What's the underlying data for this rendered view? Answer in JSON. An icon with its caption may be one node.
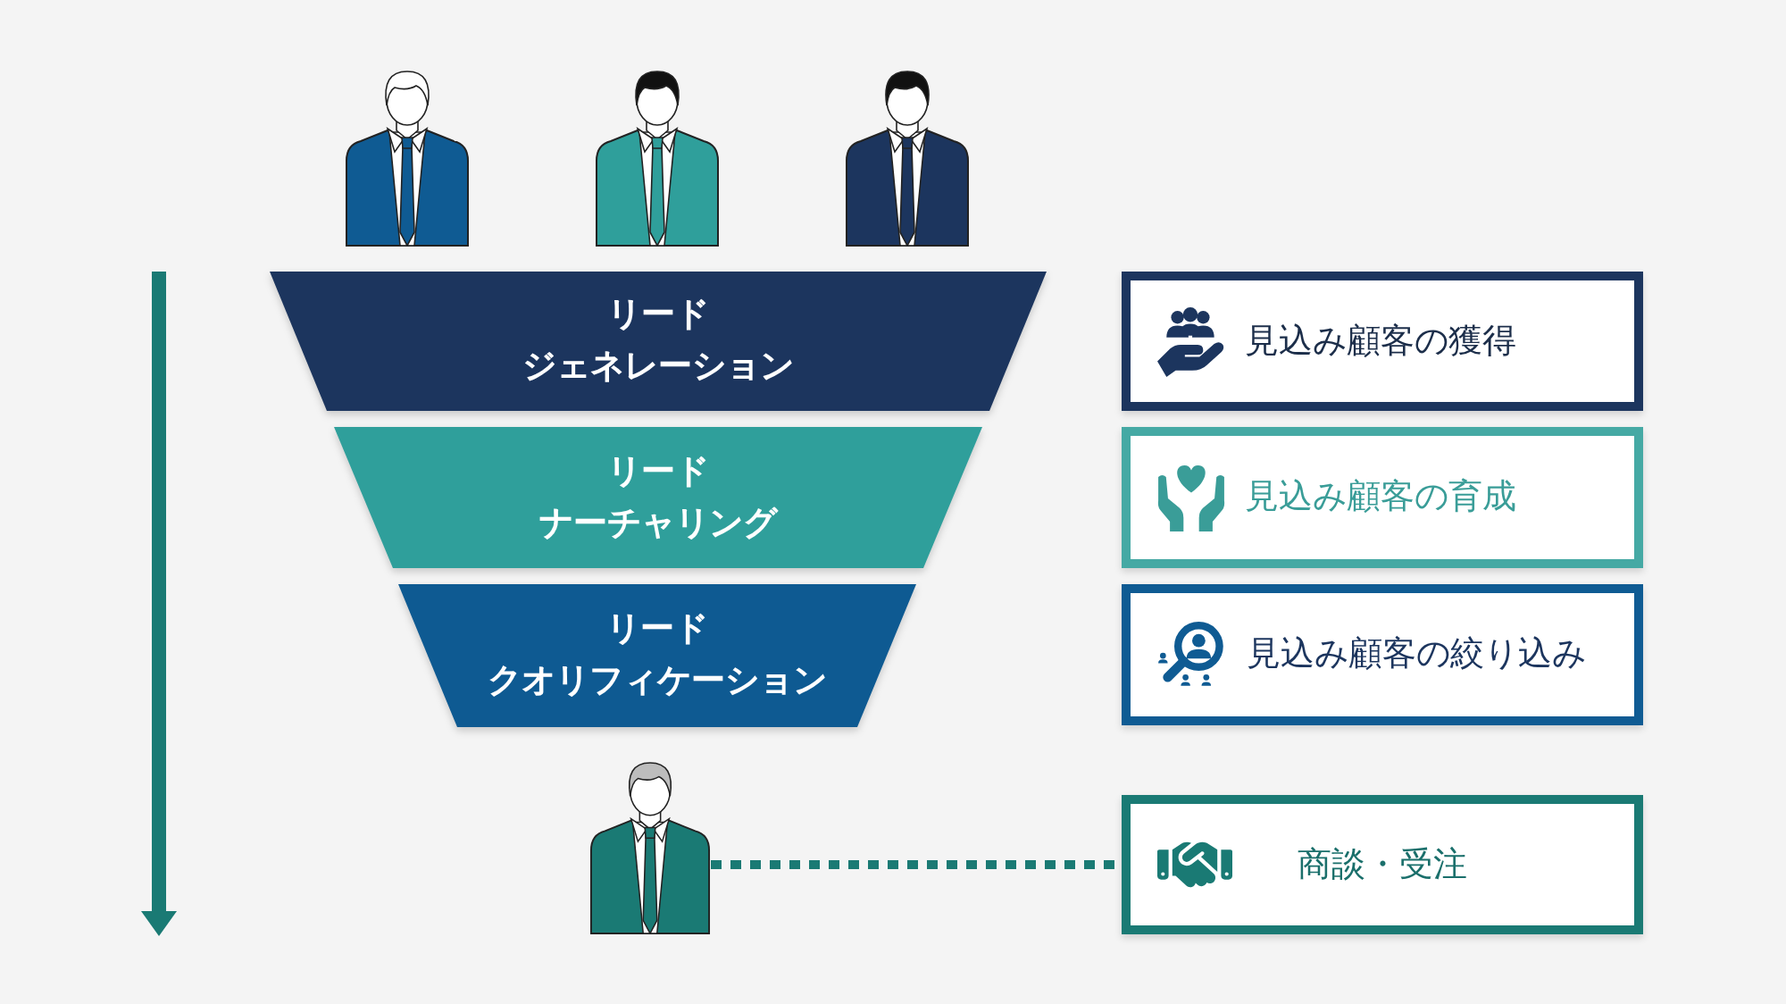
{
  "diagram": {
    "nodes": [
      {
        "text": [
          "リード",
          "ジェネレーション"
        ]
      },
      {
        "text": [
          "見込み顧客の獲得"
        ]
      },
      {
        "text": [
          "リード",
          "ナーチャリング"
        ]
      },
      {
        "text": [
          "見込み顧客の育成"
        ]
      },
      {
        "text": [
          "リード",
          "クオリフィケーション"
        ]
      },
      {
        "text": [
          "見込み顧客の絞り込み"
        ]
      },
      {
        "text": [],
        "shape": "person"
      },
      {
        "text": [
          "商談・受注"
        ]
      }
    ],
    "edges": [
      {
        "from": 6,
        "to": 7,
        "arrow": "none",
        "style": "dashed"
      }
    ]
  }
}
